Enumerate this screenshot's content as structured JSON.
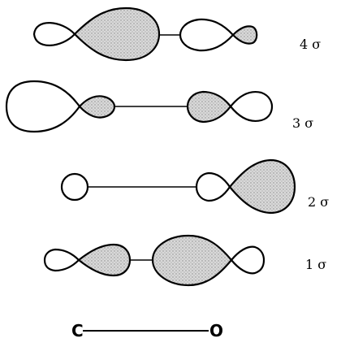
{
  "orbitals": [
    {
      "label": "4 σ"
    },
    {
      "label": "3 σ"
    },
    {
      "label": "2 σ"
    },
    {
      "label": "1 σ"
    }
  ],
  "axis": {
    "left_atom": "C",
    "right_atom": "O"
  },
  "colors": {
    "line": "#000000",
    "shaded_fill": "#c8c8c8",
    "background": "#ffffff"
  }
}
